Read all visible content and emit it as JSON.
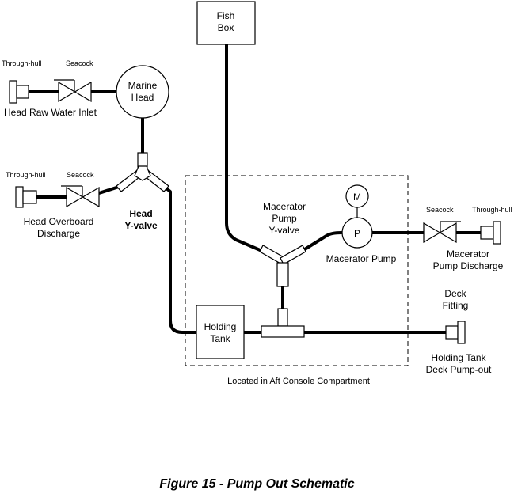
{
  "labels": {
    "fish_box": [
      "Fish",
      "Box"
    ],
    "marine_head": [
      "Marine",
      "Head"
    ],
    "through_hull_top": "Through-hull",
    "seacock_top": "Seacock",
    "head_raw_water_inlet": "Head Raw Water Inlet",
    "through_hull_mid": "Through-hull",
    "seacock_mid": "Seacock",
    "head_overboard_discharge": [
      "Head Overboard",
      "Discharge"
    ],
    "head_yvalve": [
      "Head",
      "Y-valve"
    ],
    "macerator_yvalve": [
      "Macerator",
      "Pump",
      "Y-valve"
    ],
    "motor": "M",
    "pump": "P",
    "macerator_pump": "Macerator Pump",
    "seacock_right": "Seacock",
    "through_hull_right": "Through-hull",
    "macerator_pump_discharge": [
      "Macerator",
      "Pump Discharge"
    ],
    "deck_fitting": [
      "Deck",
      "Fitting"
    ],
    "holding_tank": [
      "Holding",
      "Tank"
    ],
    "holding_tank_pumpout": [
      "Holding Tank",
      "Deck Pump-out"
    ],
    "aft_console": "Located in Aft Console Compartment"
  },
  "caption": "Figure 15 - Pump Out Schematic"
}
